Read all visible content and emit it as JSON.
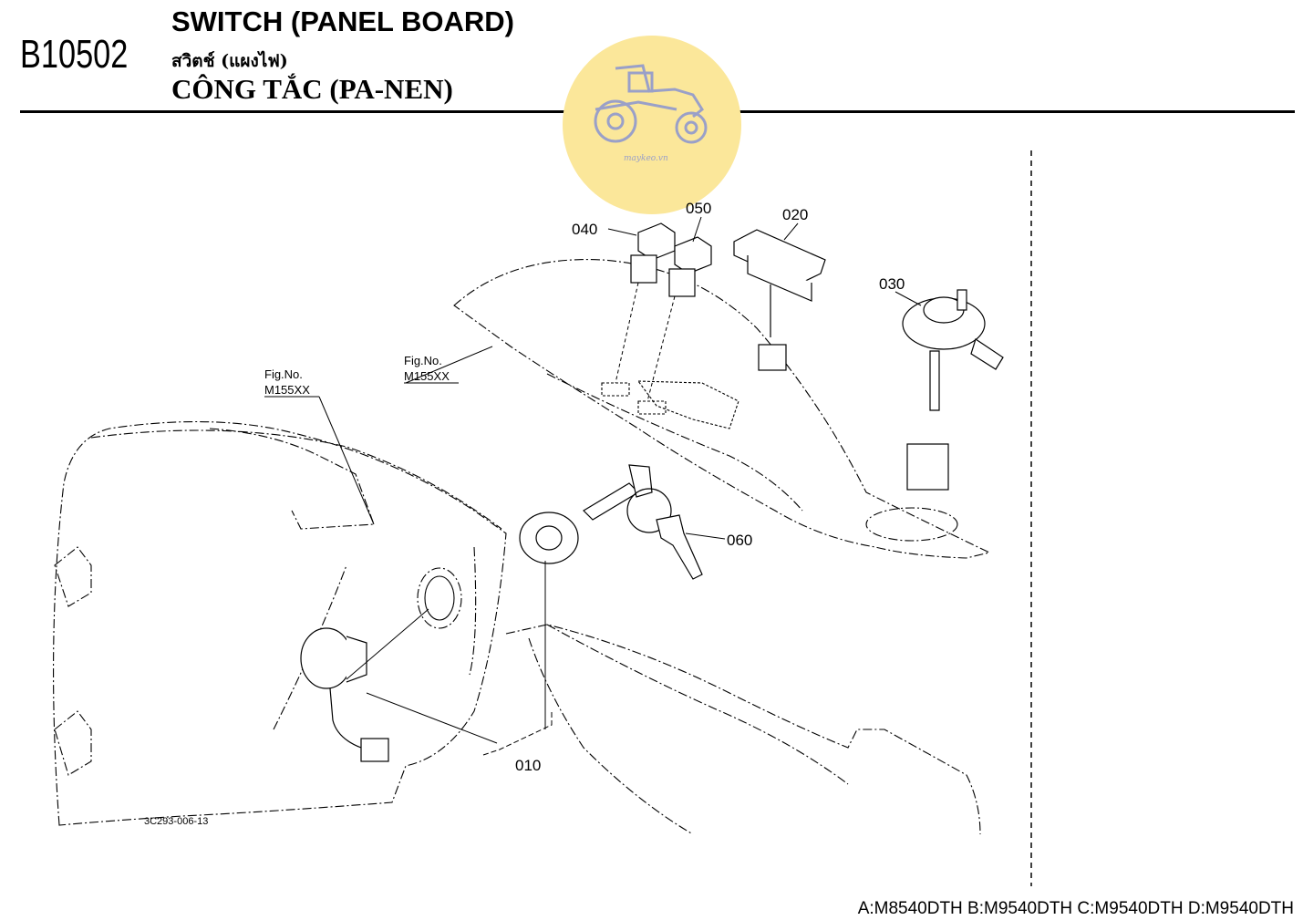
{
  "header": {
    "code": "B10502",
    "title_en": "SWITCH (PANEL BOARD)",
    "title_th": "สวิตช์ (แผงไฟ)",
    "title_vi": "CÔNG TẮC (PA-NEN)"
  },
  "watermark": {
    "text": "maykeo.vn",
    "color": "#fbe79a"
  },
  "diagram": {
    "parts": [
      "040",
      "050",
      "020",
      "030",
      "060",
      "010"
    ],
    "refs": [
      {
        "fig": "Fig.No.",
        "no": "M155XX"
      },
      {
        "fig": "Fig.No.",
        "no": "M155XX"
      }
    ],
    "drawing_id": "3C293-006-13"
  },
  "footer": {
    "models": "A:M8540DTH B:M9540DTH C:M9540DTH D:M9540DTH"
  }
}
